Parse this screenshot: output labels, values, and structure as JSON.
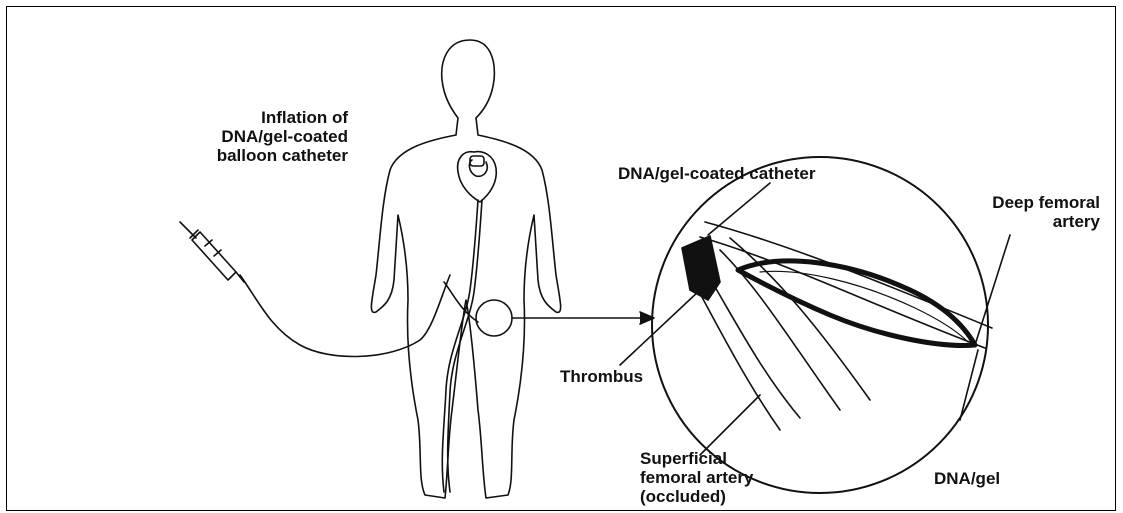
{
  "labels": {
    "inflation": [
      "Inflation of",
      "DNA/gel-coated",
      "balloon catheter"
    ],
    "dna_gel_catheter": "DNA/gel-coated catheter",
    "deep_femoral": [
      "Deep femoral",
      "artery"
    ],
    "thrombus": "Thrombus",
    "superficial": [
      "Superficial",
      "femoral artery",
      "(occluded)"
    ],
    "dna_gel": "DNA/gel"
  }
}
